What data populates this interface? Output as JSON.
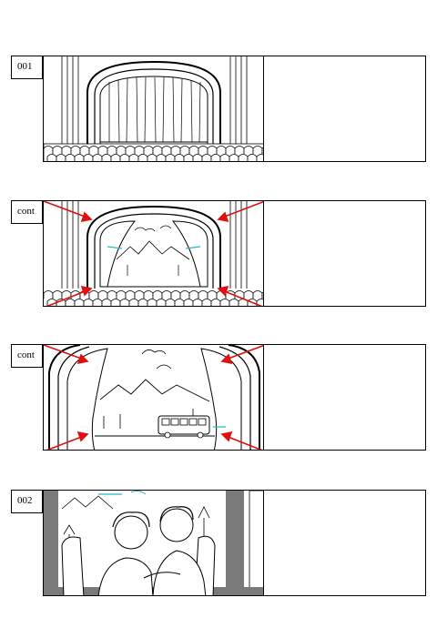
{
  "frames": [
    {
      "label": "001",
      "scene": "theater-stage-closed-curtain"
    },
    {
      "label": "cont",
      "scene": "theater-stage-open-curtain"
    },
    {
      "label": "cont",
      "scene": "stage-closeup-bus"
    },
    {
      "label": "002",
      "scene": "couple-in-bus"
    }
  ],
  "colors": {
    "line": "#000000",
    "arrow": "#e01010",
    "motion": "#2bb5c8",
    "gray": "#7a7a7a"
  }
}
